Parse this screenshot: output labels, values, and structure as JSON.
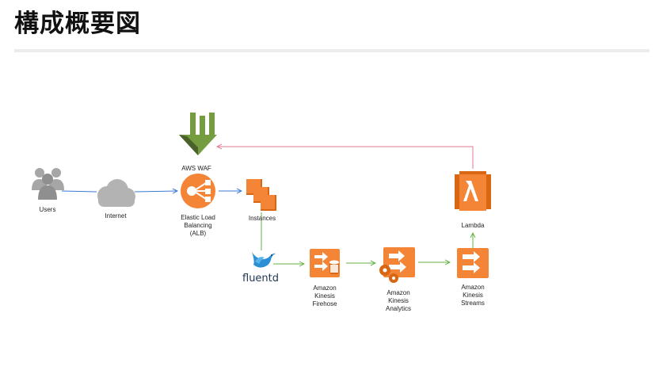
{
  "page": {
    "title": "構成概要図"
  },
  "colors": {
    "orange": "#f58536",
    "orange_dark": "#d86613",
    "waf_green": "#759c3e",
    "waf_green_dark": "#4b612c",
    "arrow_blue": "#3a7bd5",
    "arrow_green": "#64b245",
    "arrow_pink": "#e07a90",
    "gray_icon": "#a6a6a6",
    "fluentd_blue": "#2a8fd4"
  },
  "diagram": {
    "nodes": {
      "users": {
        "label": "Users",
        "icon": "users-icon"
      },
      "internet": {
        "label": "Internet",
        "icon": "cloud-icon"
      },
      "waf": {
        "label": "AWS WAF",
        "icon": "waf-icon"
      },
      "alb": {
        "label": [
          "Elastic Load",
          "Balancing",
          "(ALB)"
        ],
        "icon": "load-balancer-icon"
      },
      "instances": {
        "label": "Instances",
        "icon": "instances-icon"
      },
      "fluentd": {
        "label": "fluentd",
        "icon": "fluentd-bird-icon"
      },
      "firehose": {
        "label": [
          "Amazon",
          "Kinesis",
          "Firehose"
        ],
        "icon": "kinesis-firehose-icon"
      },
      "analytics": {
        "label": [
          "Amazon",
          "Kinesis",
          "Analytics"
        ],
        "icon": "kinesis-analytics-icon"
      },
      "streams": {
        "label": [
          "Amazon",
          "Kinesis",
          "Streams"
        ],
        "icon": "kinesis-streams-icon"
      },
      "lambda": {
        "label": "Lambda",
        "icon": "lambda-icon"
      }
    }
  }
}
